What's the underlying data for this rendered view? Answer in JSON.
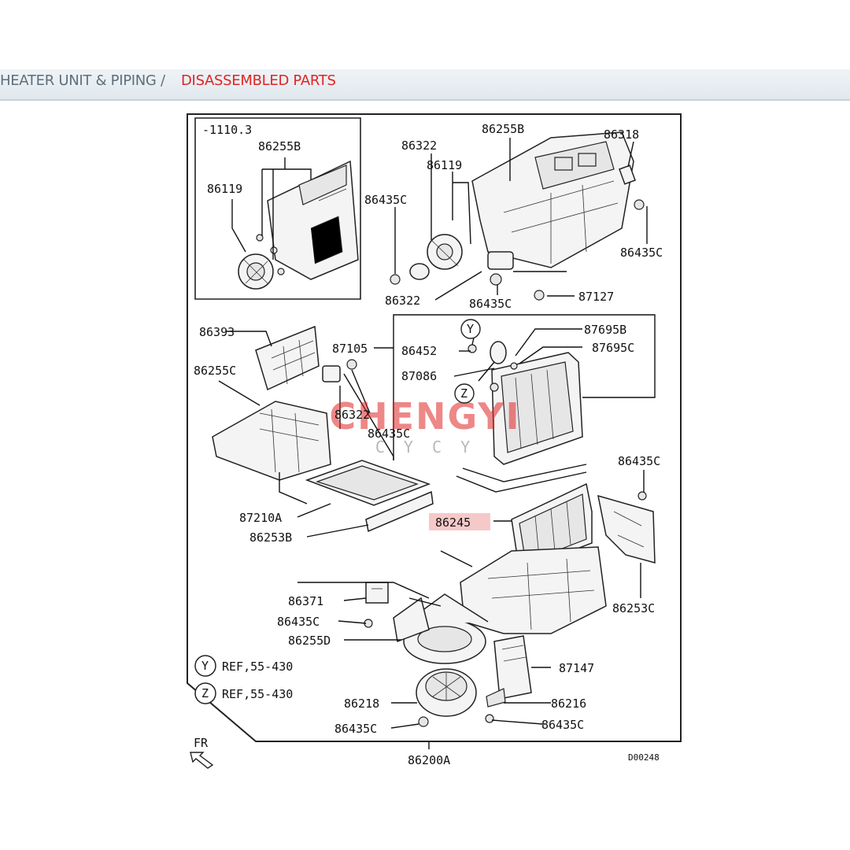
{
  "breadcrumb": {
    "path": "HEATER UNIT & PIPING /",
    "current": "DISASSEMBLED PARTS"
  },
  "watermark": {
    "main": "CHENGYI",
    "sub": "C Y C Y"
  },
  "diagram_code": "D00248",
  "fr_label": "FR",
  "inset_note": "-1110.3",
  "references": [
    {
      "symbol": "Y",
      "text": "REF,55-430"
    },
    {
      "symbol": "Z",
      "text": "REF,55-430"
    }
  ],
  "callouts": {
    "inset_86255B": "86255B",
    "inset_86119": "86119",
    "top_86322": "86322",
    "top_86255B": "86255B",
    "top_86318": "86318",
    "top_86119": "86119",
    "top_86435C_a": "86435C",
    "top_86435C_b": "86435C",
    "top_86322_b": "86322",
    "top_86435C_c": "86435C",
    "top_87127": "87127",
    "p_86393": "86393",
    "p_87105": "87105",
    "p_86452": "86452",
    "p_87695B": "87695B",
    "p_87695C": "87695C",
    "p_86255C": "86255C",
    "p_87086": "87086",
    "p_86322": "86322",
    "p_86435C_mid": "86435C",
    "p_86435C_right": "86435C",
    "p_87210A": "87210A",
    "p_86245": "86245",
    "p_86253B": "86253B",
    "p_86371": "86371",
    "p_86253C": "86253C",
    "p_86435C_left": "86435C",
    "p_86255D": "86255D",
    "p_87147": "87147",
    "p_86218": "86218",
    "p_86216": "86216",
    "p_86435C_bl": "86435C",
    "p_86435C_br": "86435C",
    "p_86200A": "86200A"
  },
  "highlight_color": "#f6c9c9",
  "accent_color": "#e02424"
}
